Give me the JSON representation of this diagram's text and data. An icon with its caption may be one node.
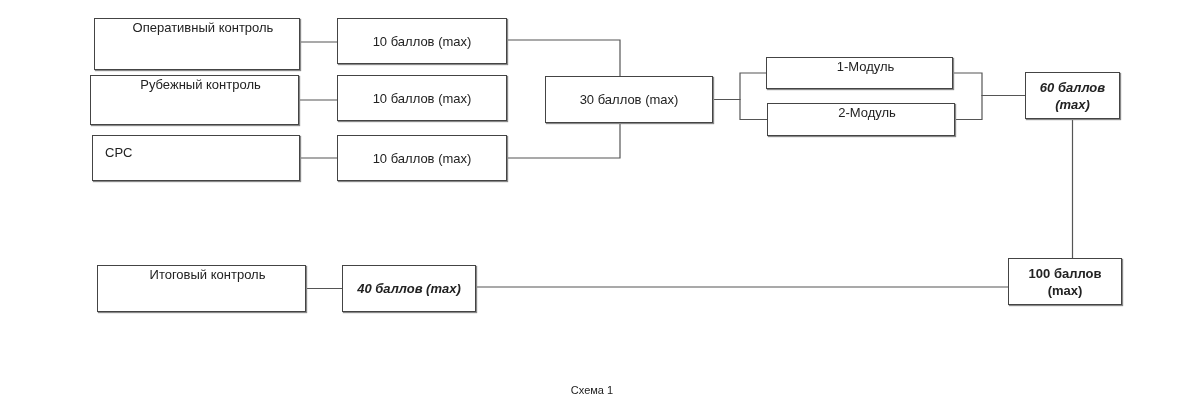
{
  "diagram": {
    "caption": "Схема 1",
    "nodes": [
      {
        "text": [
          "Оперативный контроль"
        ]
      },
      {
        "text": [
          "10 баллов (max)"
        ]
      },
      {
        "text": [
          "Рубежный контроль"
        ]
      },
      {
        "text": [
          "10 баллов (max)"
        ]
      },
      {
        "text": [
          "СРС"
        ]
      },
      {
        "text": [
          "10 баллов (max)"
        ]
      },
      {
        "text": [
          "30 баллов (max)"
        ]
      },
      {
        "text": [
          "1-Модуль"
        ]
      },
      {
        "text": [
          "2-Модуль"
        ]
      },
      {
        "text": [
          "60 баллов (max)"
        ]
      },
      {
        "text": [
          "Итоговый контроль"
        ]
      },
      {
        "text": [
          "40 баллов (max)"
        ]
      },
      {
        "text": [
          "100 баллов (max)"
        ]
      }
    ],
    "edges": [
      {
        "from": 0,
        "to": 1,
        "arrow": "none"
      },
      {
        "from": 2,
        "to": 3,
        "arrow": "none"
      },
      {
        "from": 4,
        "to": 5,
        "arrow": "none"
      },
      {
        "from": 1,
        "to": 6,
        "arrow": "none"
      },
      {
        "from": 5,
        "to": 6,
        "arrow": "none"
      },
      {
        "from": 6,
        "to": 7,
        "arrow": "none"
      },
      {
        "from": 6,
        "to": 8,
        "arrow": "none"
      },
      {
        "from": 7,
        "to": 9,
        "arrow": "none"
      },
      {
        "from": 8,
        "to": 9,
        "arrow": "none"
      },
      {
        "from": 9,
        "to": 12,
        "arrow": "none"
      },
      {
        "from": 10,
        "to": 11,
        "arrow": "none"
      },
      {
        "from": 11,
        "to": 12,
        "arrow": "none"
      }
    ]
  }
}
